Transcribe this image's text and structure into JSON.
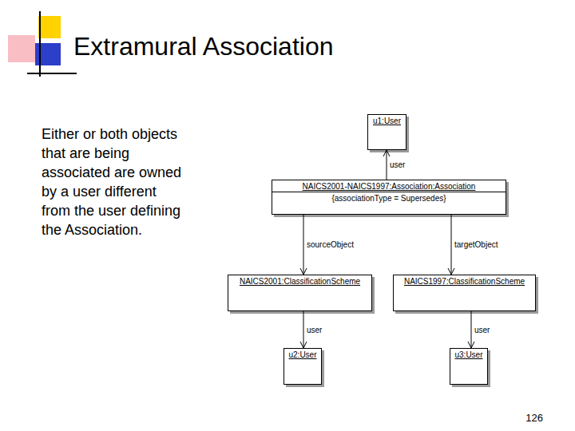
{
  "diagram": {
    "title": "Extramural Association",
    "nodes": [
      {
        "text": [
          "u1:User"
        ]
      },
      {
        "text": [
          "NAICS2001-NAICS1997:Association:Association",
          "{associationType = Supersedes}"
        ]
      },
      {
        "text": [
          "NAICS2001:ClassificationScheme"
        ]
      },
      {
        "text": [
          "NAICS1997:ClassificationScheme"
        ]
      },
      {
        "text": [
          "u2:User"
        ]
      },
      {
        "text": [
          "u3:User"
        ]
      }
    ],
    "edges": [
      {
        "from": 1,
        "to": 0,
        "arrow": "to",
        "label": "user"
      },
      {
        "from": 1,
        "to": 2,
        "arrow": "to",
        "label": "sourceObject"
      },
      {
        "from": 1,
        "to": 3,
        "arrow": "to",
        "label": "targetObject"
      },
      {
        "from": 2,
        "to": 4,
        "arrow": "to",
        "label": "user"
      },
      {
        "from": 3,
        "to": 5,
        "arrow": "to",
        "label": "user"
      }
    ],
    "labels": [
      "Either or both objects that are being associated are owned by a user different from the user defining the Association.",
      "126"
    ]
  }
}
